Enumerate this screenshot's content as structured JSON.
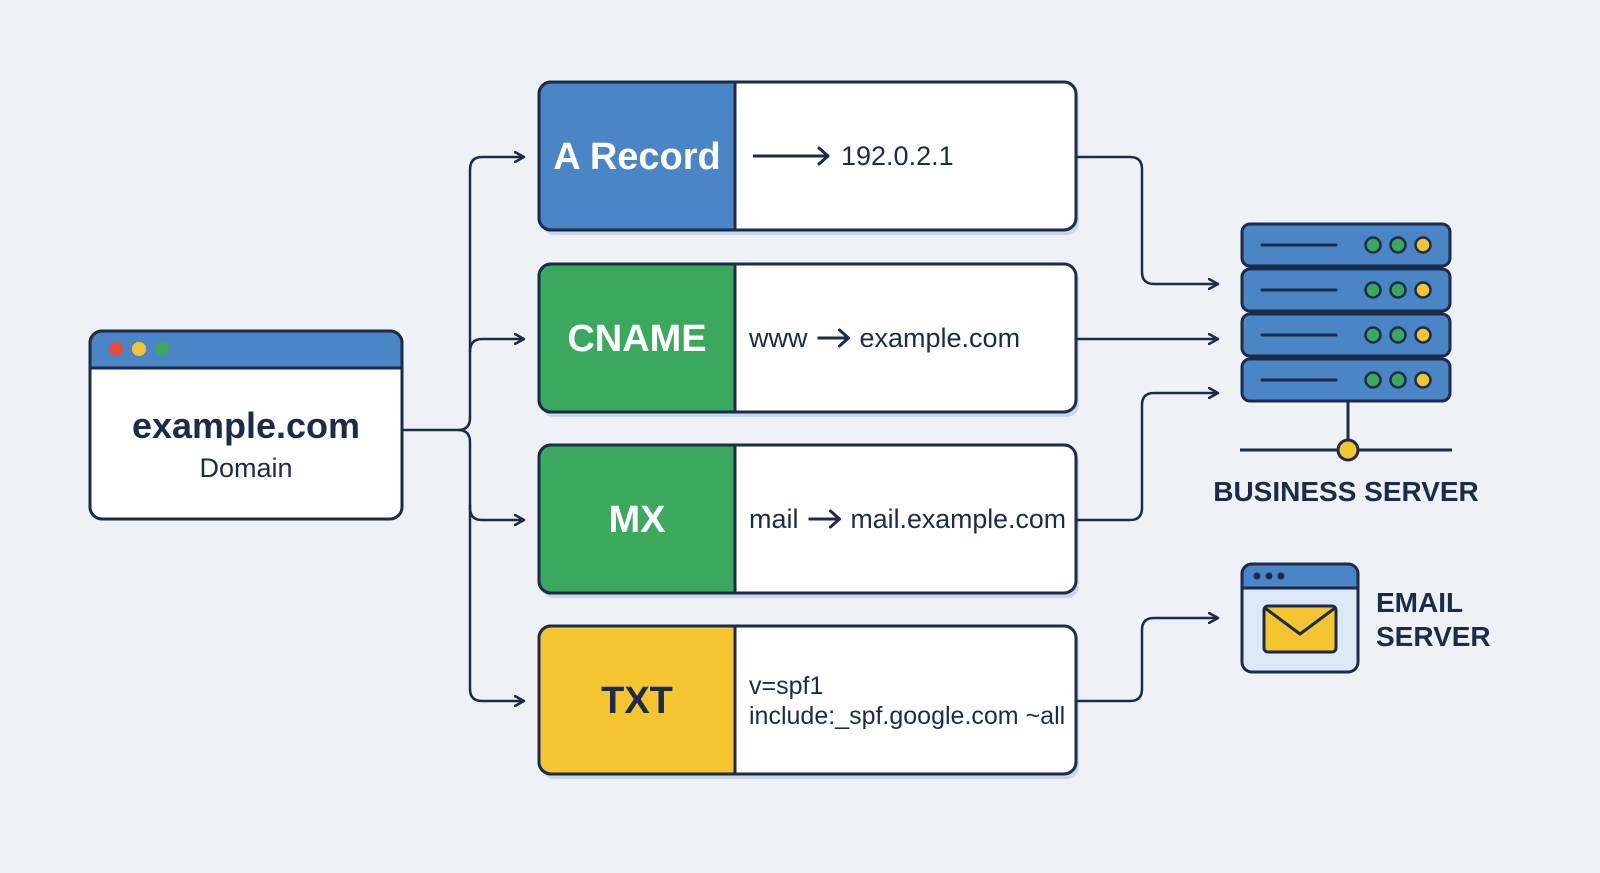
{
  "domain_box": {
    "name": "example.com",
    "label": "Domain"
  },
  "records": [
    {
      "type": "A Record",
      "value_lines": [
        "192.0.2.1"
      ],
      "arrow_prefix": "",
      "color": "#4a86c5",
      "label_color": "#ffffff"
    },
    {
      "type": "CNAME",
      "value_lines": [
        "example.com"
      ],
      "arrow_prefix": "www",
      "color": "#3aa85d",
      "label_color": "#ffffff"
    },
    {
      "type": "MX",
      "value_lines": [
        "mail.example.com"
      ],
      "arrow_prefix": "mail",
      "color": "#3aa85d",
      "label_color": "#ffffff"
    },
    {
      "type": "TXT",
      "value_lines": [
        "v=spf1",
        "include:_spf.google.com ~all"
      ],
      "arrow_prefix": null,
      "color": "#f5c431",
      "label_color": "#1c2b4a"
    }
  ],
  "business_server": {
    "label": "BUSINESS SERVER",
    "icon": "server-rack-icon",
    "color": "#4a86c5",
    "light_colors": [
      "#3aa85d",
      "#3aa85d",
      "#f5c431"
    ]
  },
  "email_server": {
    "label_line1": "EMAIL",
    "label_line2": "SERVER",
    "icon": "envelope-window-icon",
    "envelope_color": "#f5c431"
  },
  "colors": {
    "outline": "#1c2b4a",
    "background": "#eef2f7",
    "window_titlebar": "#4a86c5",
    "dot_red": "#e74c3c",
    "dot_yellow": "#f5c431",
    "dot_green": "#3aa85d"
  }
}
